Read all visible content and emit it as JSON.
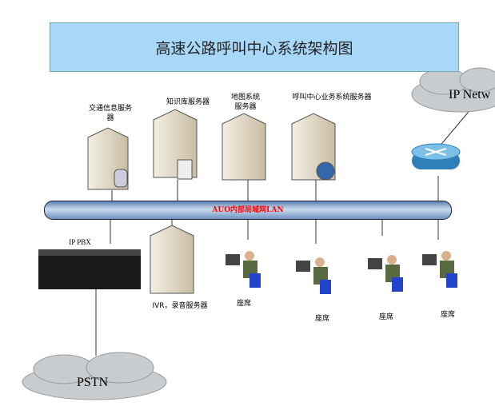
{
  "title": "高速公路呼叫中心系统架构图",
  "lan_label": "AUO内部局域网LAN",
  "servers": [
    {
      "label": "交通信息服务器",
      "icon": "database-server-icon"
    },
    {
      "label": "知识库服务器",
      "icon": "document-server-icon"
    },
    {
      "label": "地图系统服务器",
      "icon": "server-icon"
    },
    {
      "label": "呼叫中心业务系统服务器",
      "icon": "globe-server-icon"
    }
  ],
  "ivr_label": "IVR，录音服务器",
  "pbx_label": "IP PBX",
  "pstn_label": "PSTN",
  "internet_label": "IP Netw",
  "agent_label": "座席",
  "colors": {
    "title_bg": "#a8d8f8",
    "lan_text": "#ff0000",
    "cloud": "#c8cccf"
  }
}
